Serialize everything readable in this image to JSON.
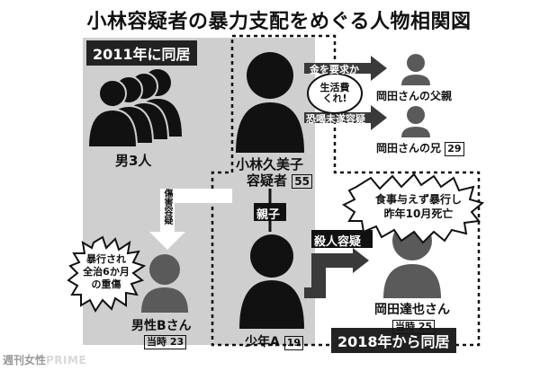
{
  "title": "小林容疑者の暴力支配をめぐる人物相関図",
  "groups": {
    "cohabit_2011": "2011年に同居",
    "cohabit_2018": "2018年から同居"
  },
  "people": {
    "men3": {
      "name": "男3人"
    },
    "kobayashi": {
      "name_line1": "小林久美子",
      "name_line2": "容疑者",
      "age": "55"
    },
    "okada_father": {
      "name": "岡田さんの父親"
    },
    "okada_brother": {
      "name": "岡田さんの兄",
      "age": "29"
    },
    "male_b": {
      "name": "男性Bさん",
      "age_prefix": "当時",
      "age": "23"
    },
    "boy_a": {
      "name": "少年A",
      "age": "19"
    },
    "okada_tatsuya": {
      "name": "岡田達也さん",
      "age_prefix": "当時",
      "age": "25"
    }
  },
  "relations": {
    "demand_money": "金を要求か",
    "living_costs_line1": "生活費",
    "living_costs_line2": "くれ!",
    "extortion": "恐喝未遂容疑",
    "injury_charge": "傷害容疑",
    "parent_child": "親子",
    "murder_charge": "殺人容疑"
  },
  "callouts": {
    "injury_line1": "暴行され",
    "injury_line2": "全治6か月",
    "injury_line3": "の重傷",
    "death_line1": "食事与えず暴行し",
    "death_line2": "昨年10月死亡"
  },
  "credit": {
    "publisher": "週刊女性",
    "brand": "PRIME"
  },
  "colors": {
    "gray_area": "#cfcfcf",
    "silhouette_dark": "#111111",
    "silhouette_gray": "#5a5a5a",
    "arrow": "#3a3a3a"
  }
}
